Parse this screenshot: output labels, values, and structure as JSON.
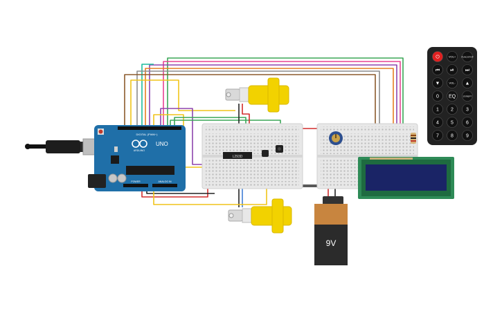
{
  "arduino": {
    "logo_text": "UNO",
    "brand_text": "ARDUINO",
    "digital_label": "DIGITAL (PWM~)",
    "power_label": "POWER",
    "analog_label": "ANALOG IN",
    "board_color": "#1f6fa8"
  },
  "driver_chip": {
    "label": "L293D"
  },
  "battery": {
    "label": "9V",
    "body_color": "#2b2b2b",
    "cap_color": "#c8853f"
  },
  "lcd": {
    "pcb_color": "#2e8b57",
    "screen_color": "#1a2466"
  },
  "remote": {
    "buttons": [
      {
        "label": "⏻"
      },
      {
        "label": "VOL+"
      },
      {
        "label": "FUNC/STOP"
      },
      {
        "label": "⏮"
      },
      {
        "label": "⏯"
      },
      {
        "label": "⏭"
      },
      {
        "label": "▼"
      },
      {
        "label": "VOL-"
      },
      {
        "label": "▲"
      },
      {
        "label": "0"
      },
      {
        "label": "EQ"
      },
      {
        "label": "ST/REPT"
      },
      {
        "label": "1"
      },
      {
        "label": "2"
      },
      {
        "label": "3"
      },
      {
        "label": "4"
      },
      {
        "label": "5"
      },
      {
        "label": "6"
      },
      {
        "label": "7"
      },
      {
        "label": "8"
      },
      {
        "label": "9"
      }
    ]
  },
  "wire_colors": {
    "red": "#d22b2b",
    "black": "#222222",
    "yellow": "#f0c419",
    "green": "#3aa657",
    "blue": "#3f7fd6",
    "purple": "#8e44ad",
    "orange": "#e67e22",
    "brown": "#8b5a2b",
    "pink": "#e84393",
    "cyan": "#1abc9c",
    "grey": "#8c8c8c",
    "lime": "#7cb342"
  }
}
